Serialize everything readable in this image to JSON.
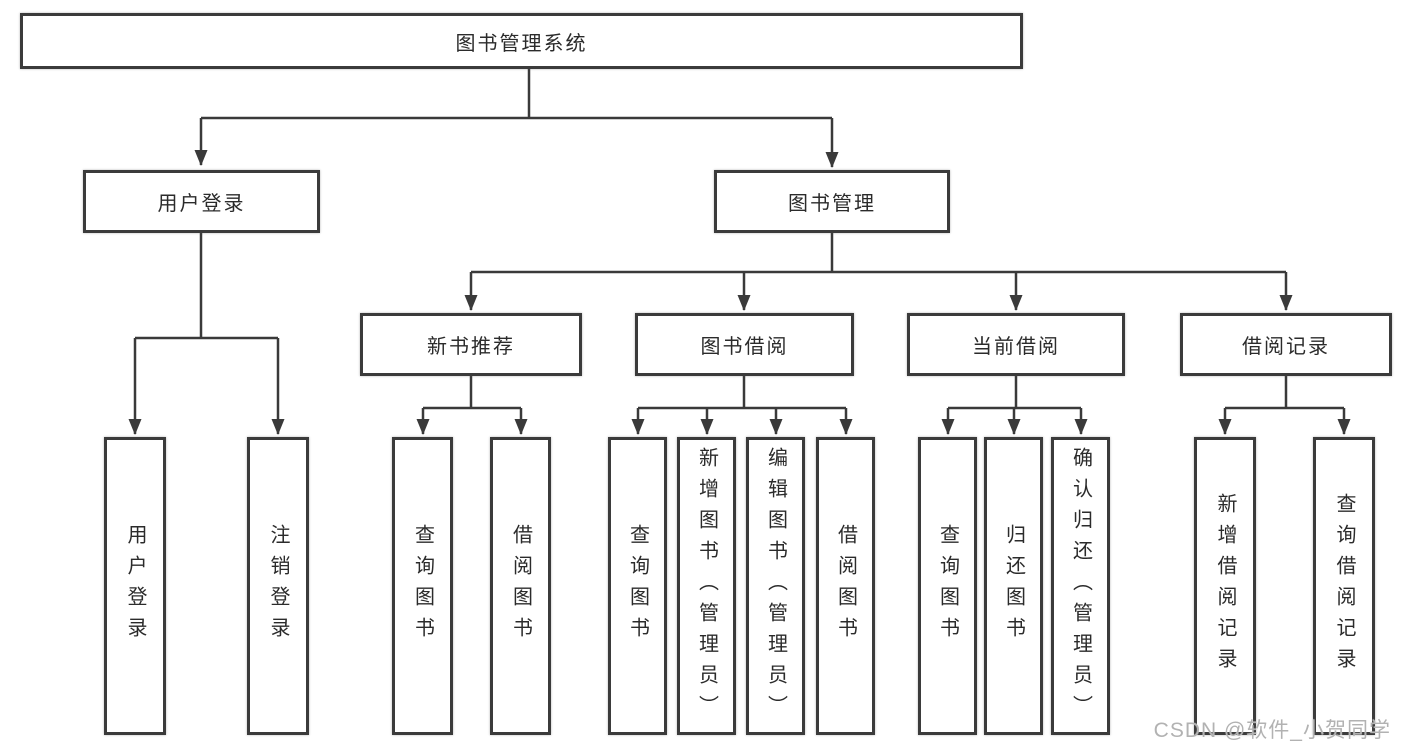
{
  "tree": {
    "label": "图书管理系统",
    "children": [
      {
        "label": "用户登录",
        "children": [
          {
            "label": "用户登录"
          },
          {
            "label": "注销登录"
          }
        ]
      },
      {
        "label": "图书管理",
        "children": [
          {
            "label": "新书推荐",
            "children": [
              {
                "label": "查询图书"
              },
              {
                "label": "借阅图书"
              }
            ]
          },
          {
            "label": "图书借阅",
            "children": [
              {
                "label": "查询图书"
              },
              {
                "label": "新增图书（管理员）"
              },
              {
                "label": "编辑图书（管理员）"
              },
              {
                "label": "借阅图书"
              }
            ]
          },
          {
            "label": "当前借阅",
            "children": [
              {
                "label": "查询图书"
              },
              {
                "label": "归还图书"
              },
              {
                "label": "确认归还（管理员）"
              }
            ]
          },
          {
            "label": "借阅记录",
            "children": [
              {
                "label": "新增借阅记录"
              },
              {
                "label": "查询借阅记录"
              }
            ]
          }
        ]
      }
    ]
  },
  "watermark": "CSDN @软件_小贺同学",
  "colors": {
    "line": "#3a3a3a",
    "text": "#2b2b2b",
    "watermark": "#b2b2b2",
    "background": "#ffffff"
  }
}
